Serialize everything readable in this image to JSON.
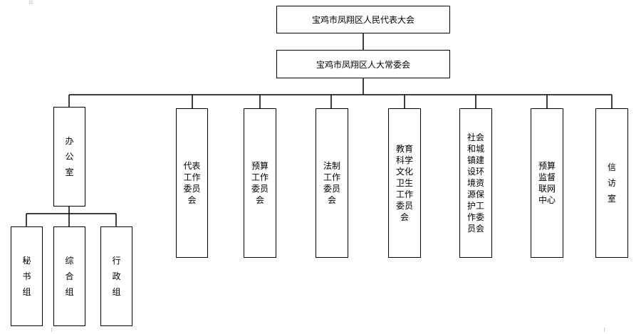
{
  "chart": {
    "root": "宝鸡市凤翔区人民代表大会",
    "standing": "宝鸡市凤翔区人大常委会",
    "office": {
      "lines": [
        "办",
        "公",
        "室"
      ]
    },
    "office_groups": [
      {
        "lines": [
          "秘",
          "书",
          "组"
        ]
      },
      {
        "lines": [
          "综",
          "合",
          "组"
        ]
      },
      {
        "lines": [
          "行",
          "政",
          "组"
        ]
      }
    ],
    "committees": [
      {
        "lines": [
          "代表",
          "工作",
          "委员",
          "会"
        ]
      },
      {
        "lines": [
          "预算",
          "工作",
          "委员",
          "会"
        ]
      },
      {
        "lines": [
          "法制",
          "工作",
          "委员",
          "会"
        ]
      },
      {
        "lines": [
          "教育",
          "科学",
          "文化",
          "卫生",
          "工作",
          "委员",
          "会"
        ]
      },
      {
        "lines": [
          "社会",
          "和城",
          "镇建",
          "设环",
          "境资",
          "源保",
          "护工",
          "作委",
          "员会"
        ]
      },
      {
        "lines": [
          "预算",
          "监督",
          "联网",
          "中心"
        ]
      },
      {
        "lines": [
          "信",
          "访",
          "室"
        ]
      }
    ]
  }
}
